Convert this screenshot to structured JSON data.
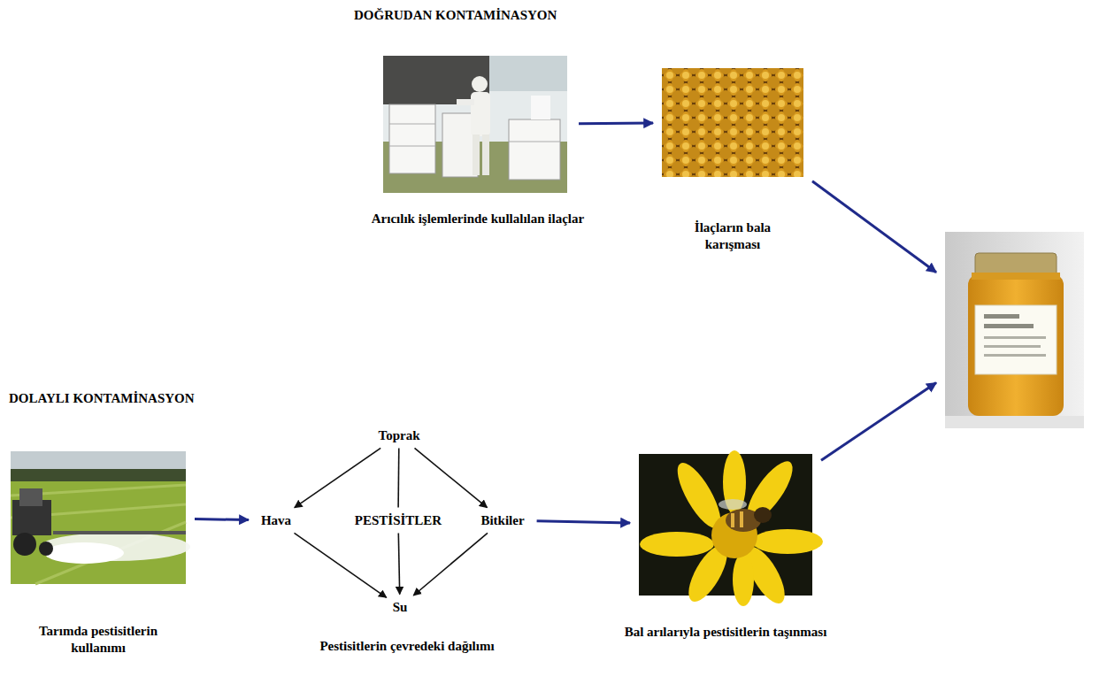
{
  "diagram": {
    "nodes": [
      {
        "text": [
          "Arıcılık işlemlerinde kullalılan ilaçlar"
        ]
      },
      {
        "text": [
          "İlaçların bala karışması"
        ]
      },
      {
        "text": []
      },
      {
        "text": [
          "Tarımda pestisitlerin kullanımı"
        ]
      },
      {
        "text": [
          "Pestisitlerin çevredeki dağılımı"
        ]
      },
      {
        "text": [
          "Toprak"
        ],
        "in": 4
      },
      {
        "text": [
          "Hava"
        ],
        "in": 4
      },
      {
        "text": [
          "PESTİSİTLER"
        ],
        "in": 4
      },
      {
        "text": [
          "Bitkiler"
        ],
        "in": 4
      },
      {
        "text": [
          "Su"
        ],
        "in": 4
      },
      {
        "text": [
          "Bal arılarıyla pestisitlerin taşınması"
        ]
      }
    ],
    "edges": [
      {
        "from": 0,
        "to": 1,
        "arrow": "to"
      },
      {
        "from": 1,
        "to": 2,
        "arrow": "to"
      },
      {
        "from": 3,
        "to": 6,
        "arrow": "to"
      },
      {
        "from": 5,
        "to": 6,
        "arrow": "to"
      },
      {
        "from": 5,
        "to": 7,
        "arrow": "none"
      },
      {
        "from": 5,
        "to": 8,
        "arrow": "to"
      },
      {
        "from": 6,
        "to": 9,
        "arrow": "to"
      },
      {
        "from": 7,
        "to": 9,
        "arrow": "to"
      },
      {
        "from": 8,
        "to": 9,
        "arrow": "to"
      },
      {
        "from": 8,
        "to": 10,
        "arrow": "to"
      },
      {
        "from": 10,
        "to": 2,
        "arrow": "to"
      }
    ],
    "labels": [
      "DOĞRUDAN KONTAMİNASYON",
      "DOLAYLI KONTAMİNASYON"
    ]
  }
}
